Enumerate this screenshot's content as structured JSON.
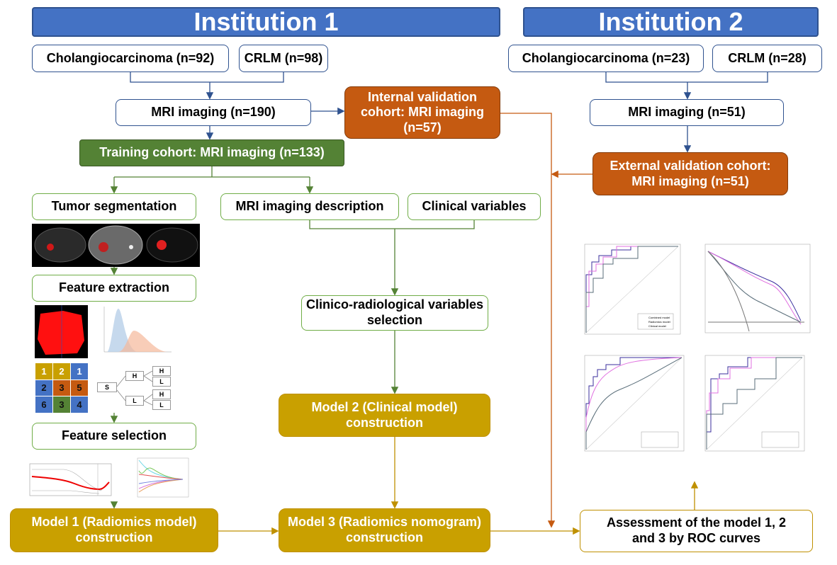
{
  "institution1": {
    "title": "Institution 1",
    "cholangio": "Cholangiocarcinoma (n=92)",
    "crlm": "CRLM (n=98)",
    "mri": "MRI imaging (n=190)",
    "internal": "Internal validation cohort: MRI imaging (n=57)",
    "training": "Training cohort: MRI imaging (n=133)"
  },
  "institution2": {
    "title": "Institution 2",
    "cholangio": "Cholangiocarcinoma (n=23)",
    "crlm": "CRLM (n=28)",
    "mri": "MRI imaging (n=51)",
    "external": "External validation cohort: MRI imaging (n=51)"
  },
  "steps": {
    "tumor_seg": "Tumor segmentation",
    "mri_desc": "MRI imaging description",
    "clinical_vars": "Clinical variables",
    "feature_extraction": "Feature extraction",
    "feature_selection": "Feature selection",
    "clinico_selection": "Clinico-radiological variables selection",
    "model1": "Model 1 (Radiomics model) construction",
    "model2": "Model 2 (Clinical model) construction",
    "model3": "Model 3 (Radiomics nomogram) construction",
    "assessment": "Assessment of the model 1, 2 and 3 by ROC curves"
  },
  "glcm_grid": [
    "1",
    "2",
    "1",
    "2",
    "3",
    "5",
    "6",
    "3",
    "4"
  ],
  "wavelet_tree": {
    "root": "S",
    "level1": [
      "H",
      "L"
    ],
    "level2": [
      "H",
      "L",
      "H",
      "L"
    ]
  },
  "roc_legend": [
    "Combined model",
    "Radiomics model",
    "Clinical model"
  ],
  "colors": {
    "institution": "#4472C4",
    "training": "#548235",
    "validation": "#C55A11",
    "model": "#C9A000",
    "combined": "#3B2F9E",
    "radiomics": "#E070E0",
    "clinical": "#5A6E7A"
  }
}
